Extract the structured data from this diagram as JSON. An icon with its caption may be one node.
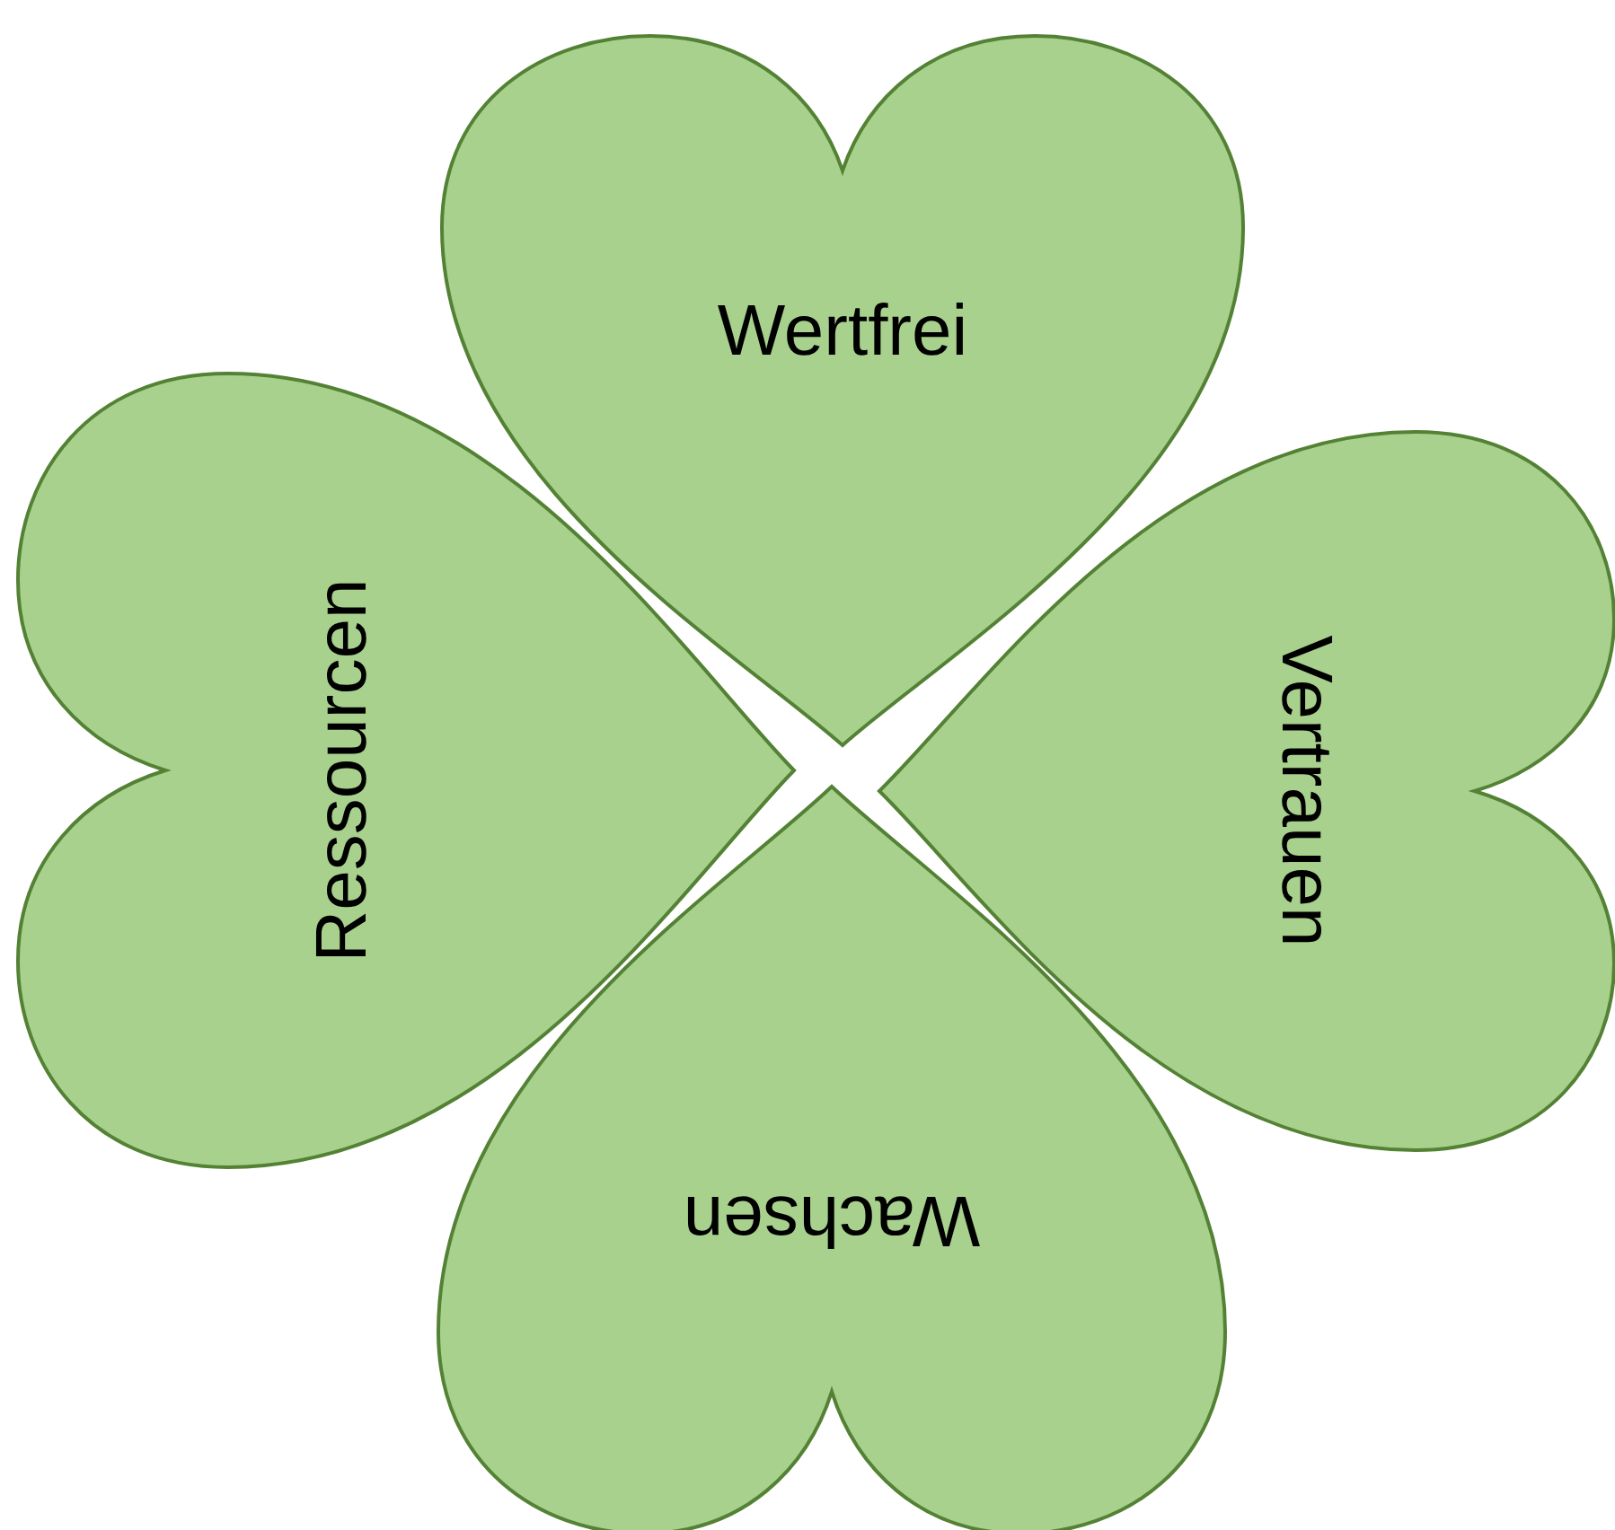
{
  "diagram": {
    "nodes": [
      {
        "text": [
          "Wertfrei"
        ]
      },
      {
        "text": [
          "Ressourcen"
        ]
      },
      {
        "text": [
          "Vertrauen"
        ]
      },
      {
        "text": [
          "Wachsen"
        ]
      }
    ]
  }
}
